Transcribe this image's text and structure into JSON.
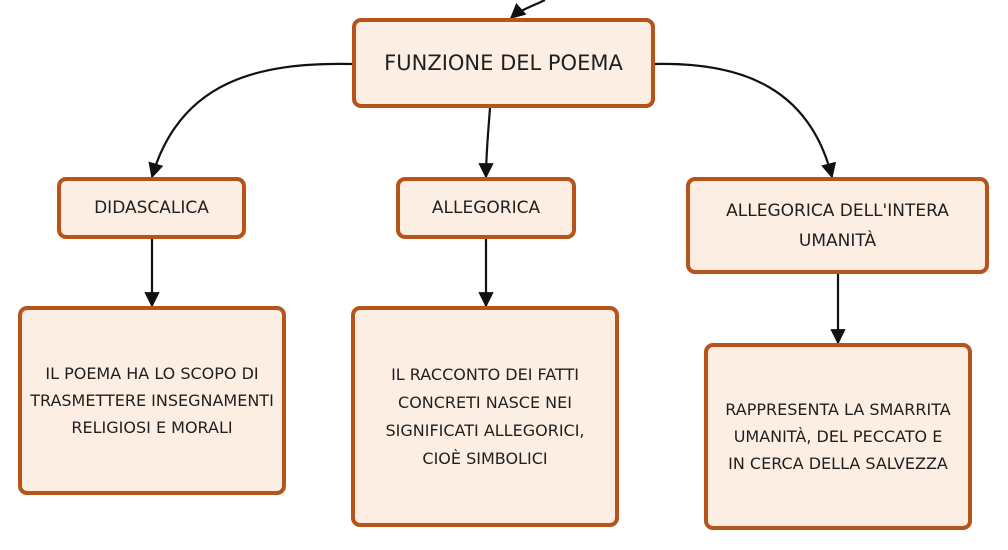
{
  "colors": {
    "node_fill": "#fdeee4",
    "node_border": "#b5541b",
    "connector": "#111111",
    "text": "#1f1f1f"
  },
  "root": {
    "label": "FUNZIONE DEL POEMA"
  },
  "branches": [
    {
      "label": "DIDASCALICA",
      "description": "IL POEMA HA LO SCOPO DI TRASMETTERE INSEGNAMENTI RELIGIOSI E MORALI"
    },
    {
      "label": "ALLEGORICA",
      "description": "IL RACCONTO DEI FATTI CONCRETI NASCE NEI SIGNIFICATI ALLEGORICI, CIOÈ SIMBOLICI"
    },
    {
      "label": "ALLEGORICA DELL'INTERA UMANITÀ",
      "description": "RAPPRESENTA LA SMARRITA UMANITÀ, DEL PECCATO E IN CERCA DELLA SALVEZZA"
    }
  ]
}
